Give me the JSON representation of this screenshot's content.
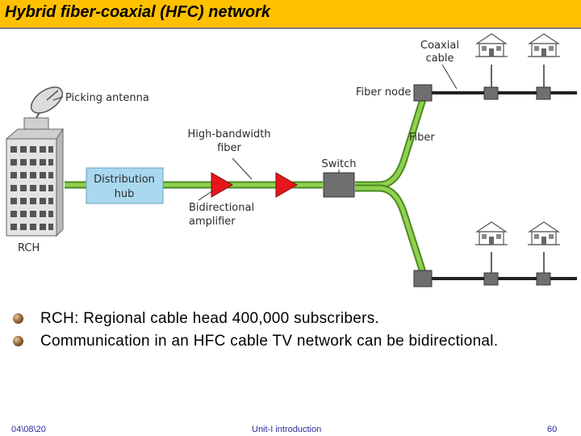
{
  "slide": {
    "title": "Hybrid fiber-coaxial (HFC) network",
    "colors": {
      "title_bar": "#ffc000",
      "fiber": "#7fbf3f",
      "coax": "#000000",
      "hub": "#a9d8ef",
      "amplifier": "#e5171b",
      "node": "#6f6f6f"
    }
  },
  "diagram": {
    "labels": {
      "coaxial_cable": [
        "Coaxial",
        "cable"
      ],
      "picking_antenna": "Picking antenna",
      "fiber_node": "Fiber node",
      "high_bandwidth_fiber": [
        "High-bandwidth",
        "fiber"
      ],
      "fiber": "Fiber",
      "distribution_hub": [
        "Distribution",
        "hub"
      ],
      "switch": "Switch",
      "bidirectional_amplifier": [
        "Bidirectional",
        "amplifier"
      ],
      "rch": "RCH"
    },
    "icons": [
      "dish-antenna-icon",
      "building-icon",
      "house-icon",
      "amplifier-triangle-icon",
      "fiber-node-icon",
      "switch-icon"
    ]
  },
  "bullets": [
    "RCH: Regional cable head 400,000 subscribers.",
    "Communication in an HFC cable TV network can be bidirectional."
  ],
  "footer": {
    "date": "04\\08\\20",
    "center": "Unit-I introduction",
    "page": "60"
  }
}
